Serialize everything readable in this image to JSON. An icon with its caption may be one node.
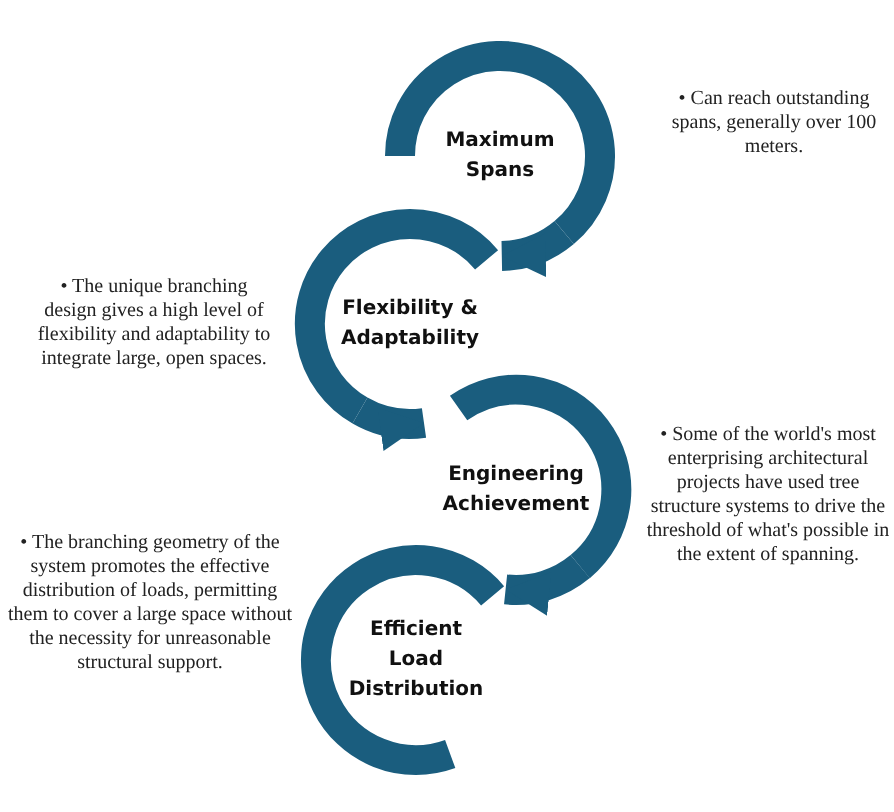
{
  "diagram": {
    "nodes": [
      {
        "text": [
          "Maximum Spans"
        ],
        "beside": [
          "• Can reach outstanding spans, generally  over 100 meters."
        ]
      },
      {
        "text": [
          "Flexibility & Adaptability"
        ],
        "beside": [
          "• The unique branching design gives a high level of flexibility and adaptability to integrate large, open spaces."
        ]
      },
      {
        "text": [
          "Engineering Achievement"
        ],
        "beside": [
          "• Some of the world's most enterprising architectural projects have used tree structure systems to drive the threshold of what's possible in the extent of spanning."
        ]
      },
      {
        "text": [
          "Efficient Load Distribution"
        ],
        "beside": [
          "• The branching geometry of the system promotes the effective distribution of loads, permitting them to cover a large space without the necessity for unreasonable structural support."
        ]
      }
    ],
    "edges": [
      {
        "from": 0,
        "to": 1,
        "arrow": "to"
      },
      {
        "from": 1,
        "to": 2,
        "arrow": "to"
      },
      {
        "from": 2,
        "to": 3,
        "arrow": "to"
      }
    ]
  }
}
